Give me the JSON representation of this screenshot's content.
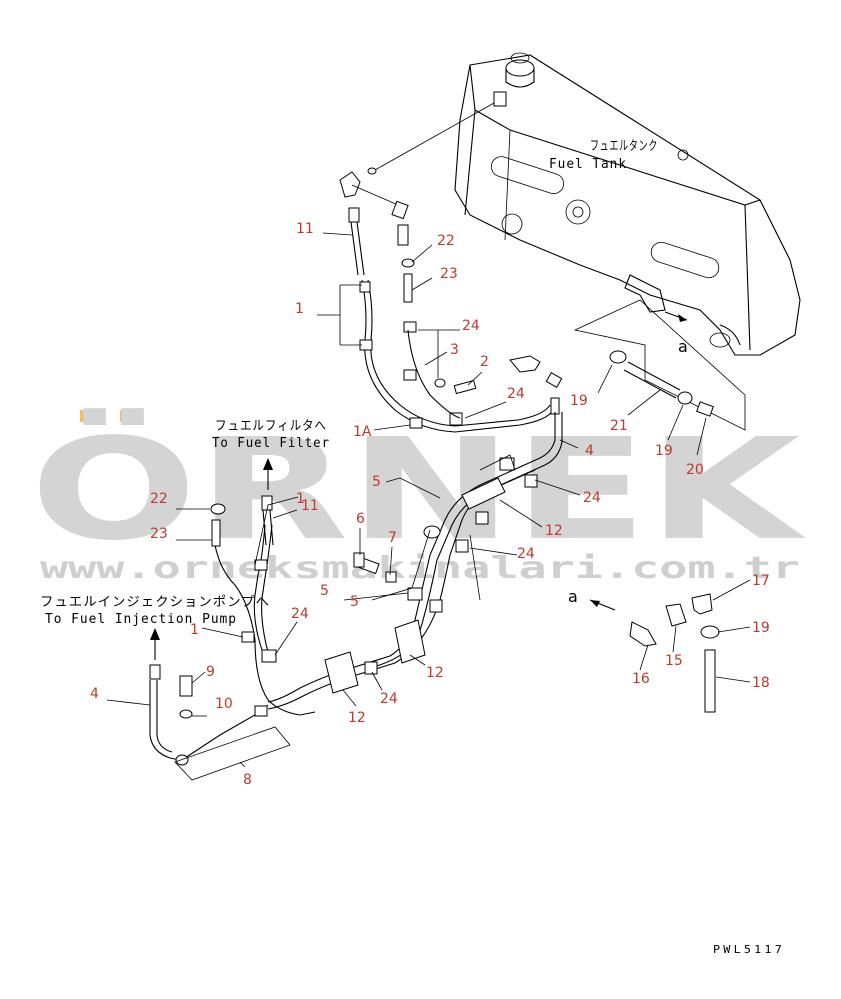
{
  "tank_label": {
    "jp": "フュエルタンク",
    "en": "Fuel Tank"
  },
  "filter_label": {
    "jp": "フュエルフィルタへ",
    "en": "To Fuel Filter"
  },
  "pump_label": {
    "jp": "フュエルインジェクションポンプへ",
    "en": "To Fuel Injection Pump"
  },
  "view_mark": "a",
  "drawing_code": "PWL5117",
  "watermark": {
    "brand": "ÖRNEK",
    "url": "www.orneksmakinalari.com.tr"
  },
  "callouts": {
    "c11a": "11",
    "c1a": "1",
    "c22a": "22",
    "c23a": "23",
    "c24a": "24",
    "c3": "3",
    "c2": "2",
    "c24b": "24",
    "c1A": "1A",
    "c19a": "19",
    "c21": "21",
    "c19b": "19",
    "c20": "20",
    "c4a": "4",
    "c5a": "5",
    "c24c": "24",
    "c12a": "12",
    "c22b": "22",
    "c11b": "11",
    "c23b": "23",
    "c6": "6",
    "c7": "7",
    "c24d": "24",
    "c5b": "5",
    "c5c": "5",
    "c1b": "1",
    "c1c": "1",
    "c24e": "24",
    "c12b": "12",
    "c4b": "4",
    "c9": "9",
    "c10": "10",
    "c12c": "12",
    "c24f": "24",
    "c8": "8",
    "c17": "17",
    "c19c": "19",
    "c15": "15",
    "c16": "16",
    "c18": "18"
  },
  "colors": {
    "callout_number": "#c0392b",
    "line": "#000000",
    "watermark": "#d4d4d4",
    "watermark_accent": "#f0c060"
  }
}
